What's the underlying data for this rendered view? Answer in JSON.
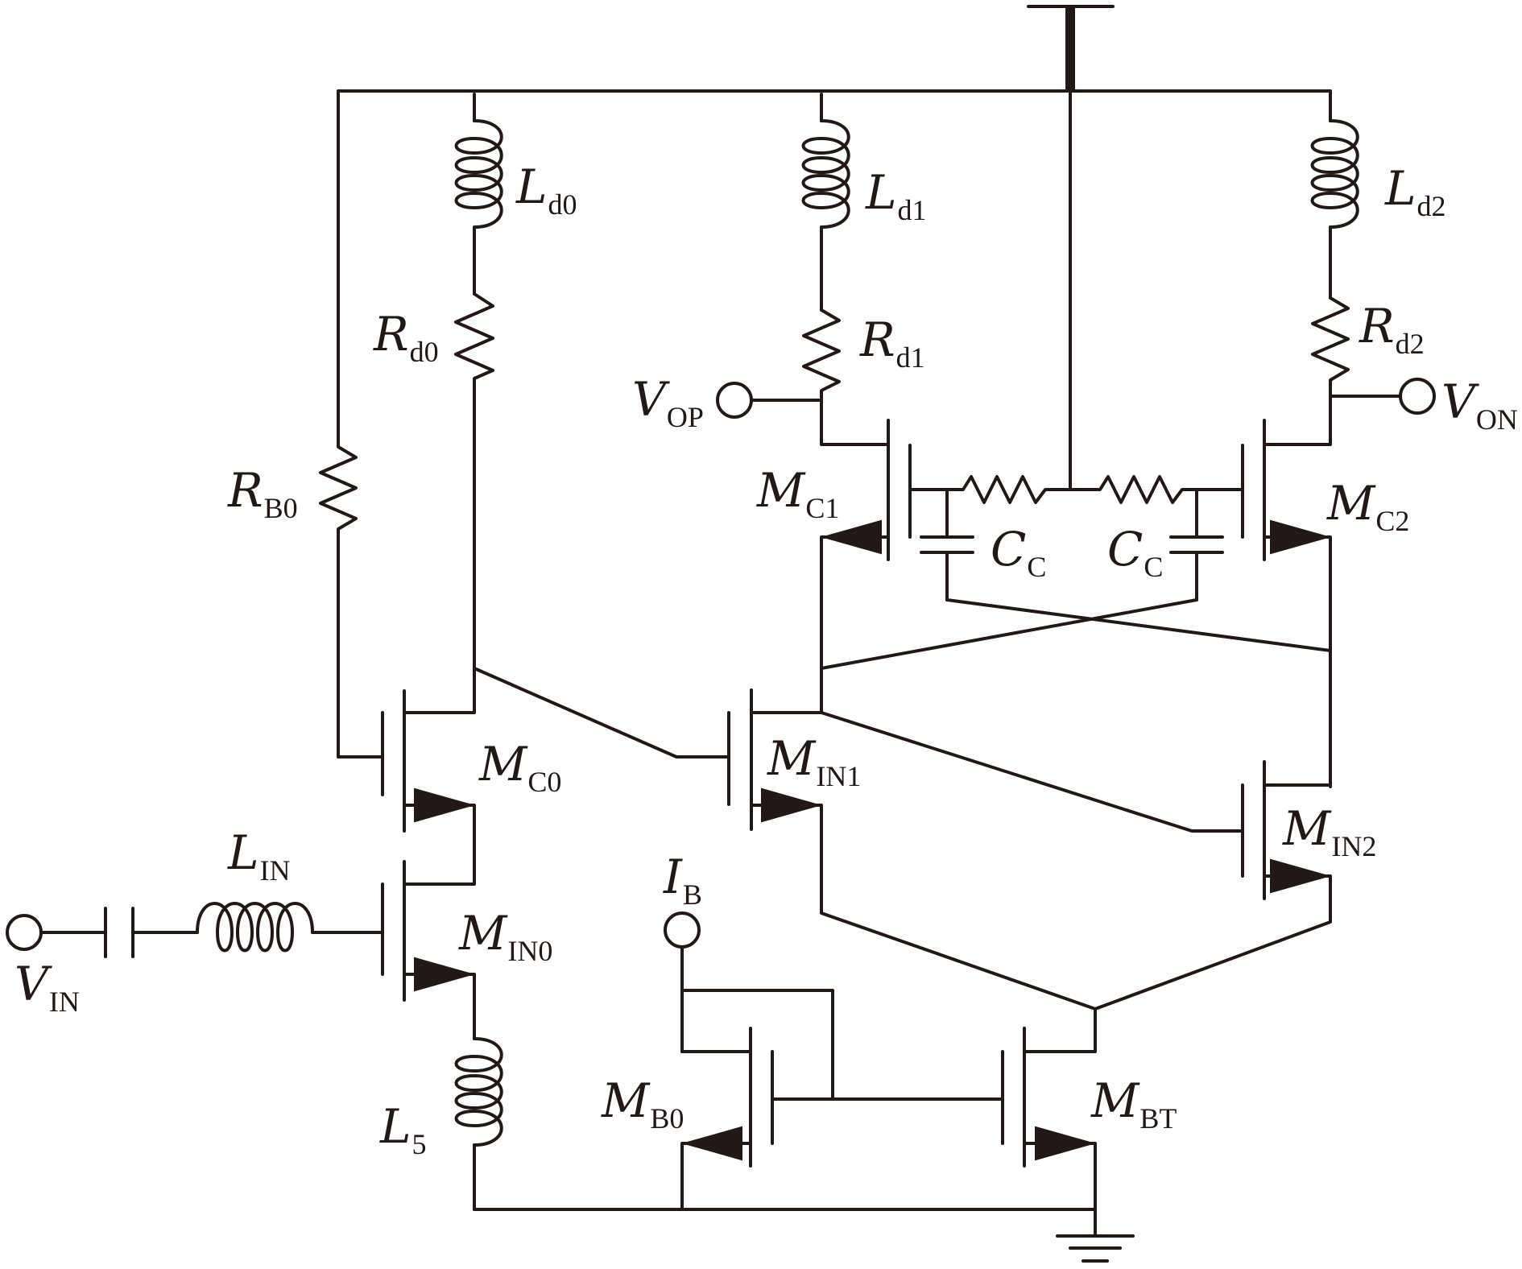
{
  "labels": {
    "ld0": {
      "main": "L",
      "sub": "d0"
    },
    "ld1": {
      "main": "L",
      "sub": "d1"
    },
    "ld2": {
      "main": "L",
      "sub": "d2"
    },
    "rd0": {
      "main": "R",
      "sub": "d0"
    },
    "rd1": {
      "main": "R",
      "sub": "d1"
    },
    "rd2": {
      "main": "R",
      "sub": "d2"
    },
    "rb0": {
      "main": "R",
      "sub": "B0"
    },
    "vop": {
      "main": "V",
      "sub": "OP"
    },
    "von": {
      "main": "V",
      "sub": "ON"
    },
    "mc1": {
      "main": "M",
      "sub": "C1"
    },
    "mc2": {
      "main": "M",
      "sub": "C2"
    },
    "cc1": {
      "main": "C",
      "sub": "C"
    },
    "cc2": {
      "main": "C",
      "sub": "C"
    },
    "mc0": {
      "main": "M",
      "sub": "C0"
    },
    "min1": {
      "main": "M",
      "sub": "IN1"
    },
    "min2": {
      "main": "M",
      "sub": "IN2"
    },
    "lin": {
      "main": "L",
      "sub": "IN"
    },
    "min0": {
      "main": "M",
      "sub": "IN0"
    },
    "ib": {
      "main": "I",
      "sub": "B"
    },
    "vin": {
      "main": "V",
      "sub": "IN"
    },
    "l5": {
      "main": "L",
      "sub": "5"
    },
    "mb0": {
      "main": "M",
      "sub": "B0"
    },
    "mbt": {
      "main": "M",
      "sub": "BT"
    }
  },
  "colors": {
    "ink": "#231815",
    "background": "#ffffff"
  }
}
